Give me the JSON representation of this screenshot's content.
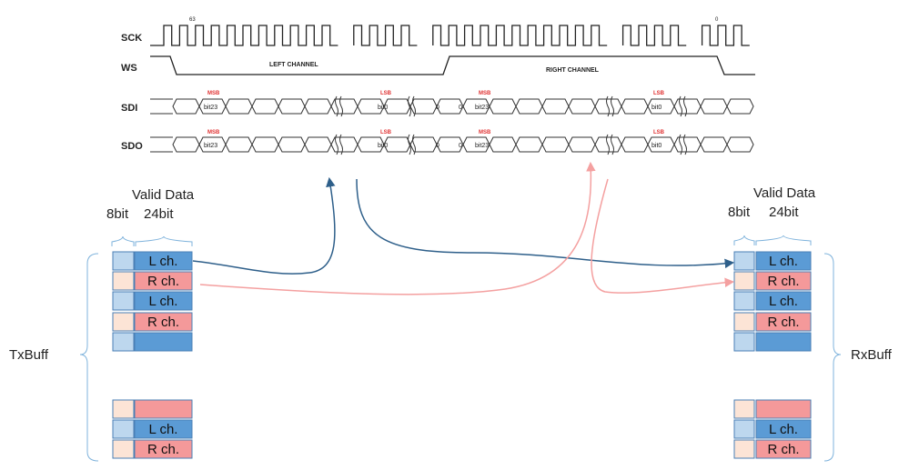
{
  "timing": {
    "signals": [
      "SCK",
      "WS",
      "SDI",
      "SDO"
    ],
    "sck_marker_start": "63",
    "sck_marker_end": "0",
    "left_channel": "LEFT CHANNEL",
    "right_channel": "RIGHT CHANNEL",
    "msb": "MSB",
    "lsb": "LSB",
    "bit23": "bit23",
    "bit0": "bit0",
    "zero": "0"
  },
  "tx": {
    "label": "TxBuff",
    "valid_data": "Valid Data",
    "bits8": "8bit",
    "bits24": "24bit",
    "rows": [
      "L ch.",
      "R ch.",
      "L ch.",
      "R ch.",
      "",
      "",
      "L ch.",
      "R ch."
    ]
  },
  "rx": {
    "label": "RxBuff",
    "valid_data": "Valid Data",
    "bits8": "8bit",
    "bits24": "24bit",
    "rows": [
      "L ch.",
      "R ch.",
      "L ch.",
      "R ch.",
      "",
      "",
      "L ch.",
      "R ch."
    ]
  },
  "colors": {
    "left": "#5b9bd5",
    "right": "#f4999a",
    "pad_left": "#bdd7ee",
    "pad_right": "#fce4d6",
    "arrow_left": "#2e5f8a",
    "arrow_right": "#f4a0a0",
    "bracket": "#7fb3dc",
    "marker_red": "#e03030"
  }
}
